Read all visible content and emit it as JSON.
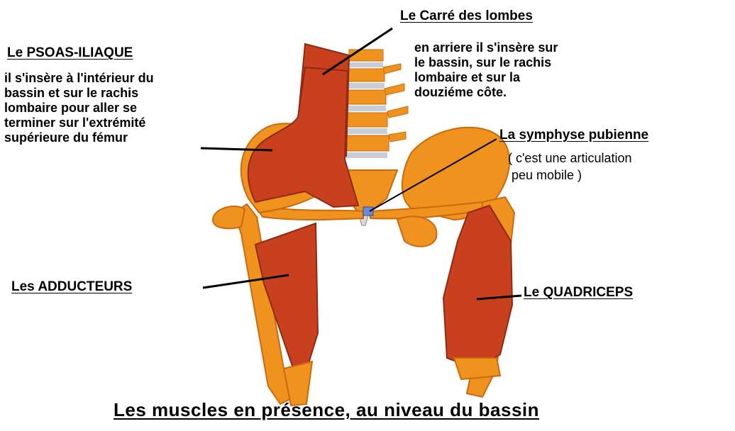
{
  "labels": {
    "psoas": {
      "title": "Le PSOAS-ILIAQUE",
      "desc": [
        "il s'insère à l'intérieur du",
        "bassin et sur le rachis",
        "lombaire pour aller se",
        "terminer sur l'extrémité",
        "supérieure du fémur"
      ]
    },
    "carre": {
      "title": "Le Carré des lombes",
      "desc": [
        "en arriere il s'insère sur",
        "le bassin, sur le rachis",
        "lombaire et sur la",
        "douziéme côte."
      ]
    },
    "symphyse": {
      "title": "La symphyse pubienne",
      "desc": [
        "( c'est une articulation",
        " peu mobile )"
      ]
    },
    "adducteurs": {
      "title": "Les ADDUCTEURS"
    },
    "quadriceps": {
      "title": "Le QUADRICEPS"
    }
  },
  "caption": "Les muscles en présence, au niveau du bassin",
  "colors": {
    "bone": "#f0921e",
    "bone_dark": "#c96a10",
    "muscle": "#c8401e",
    "muscle_dark": "#8e2a12",
    "vertebra_disc": "#c8cdd8",
    "symphysis": "#6a8cd8"
  }
}
